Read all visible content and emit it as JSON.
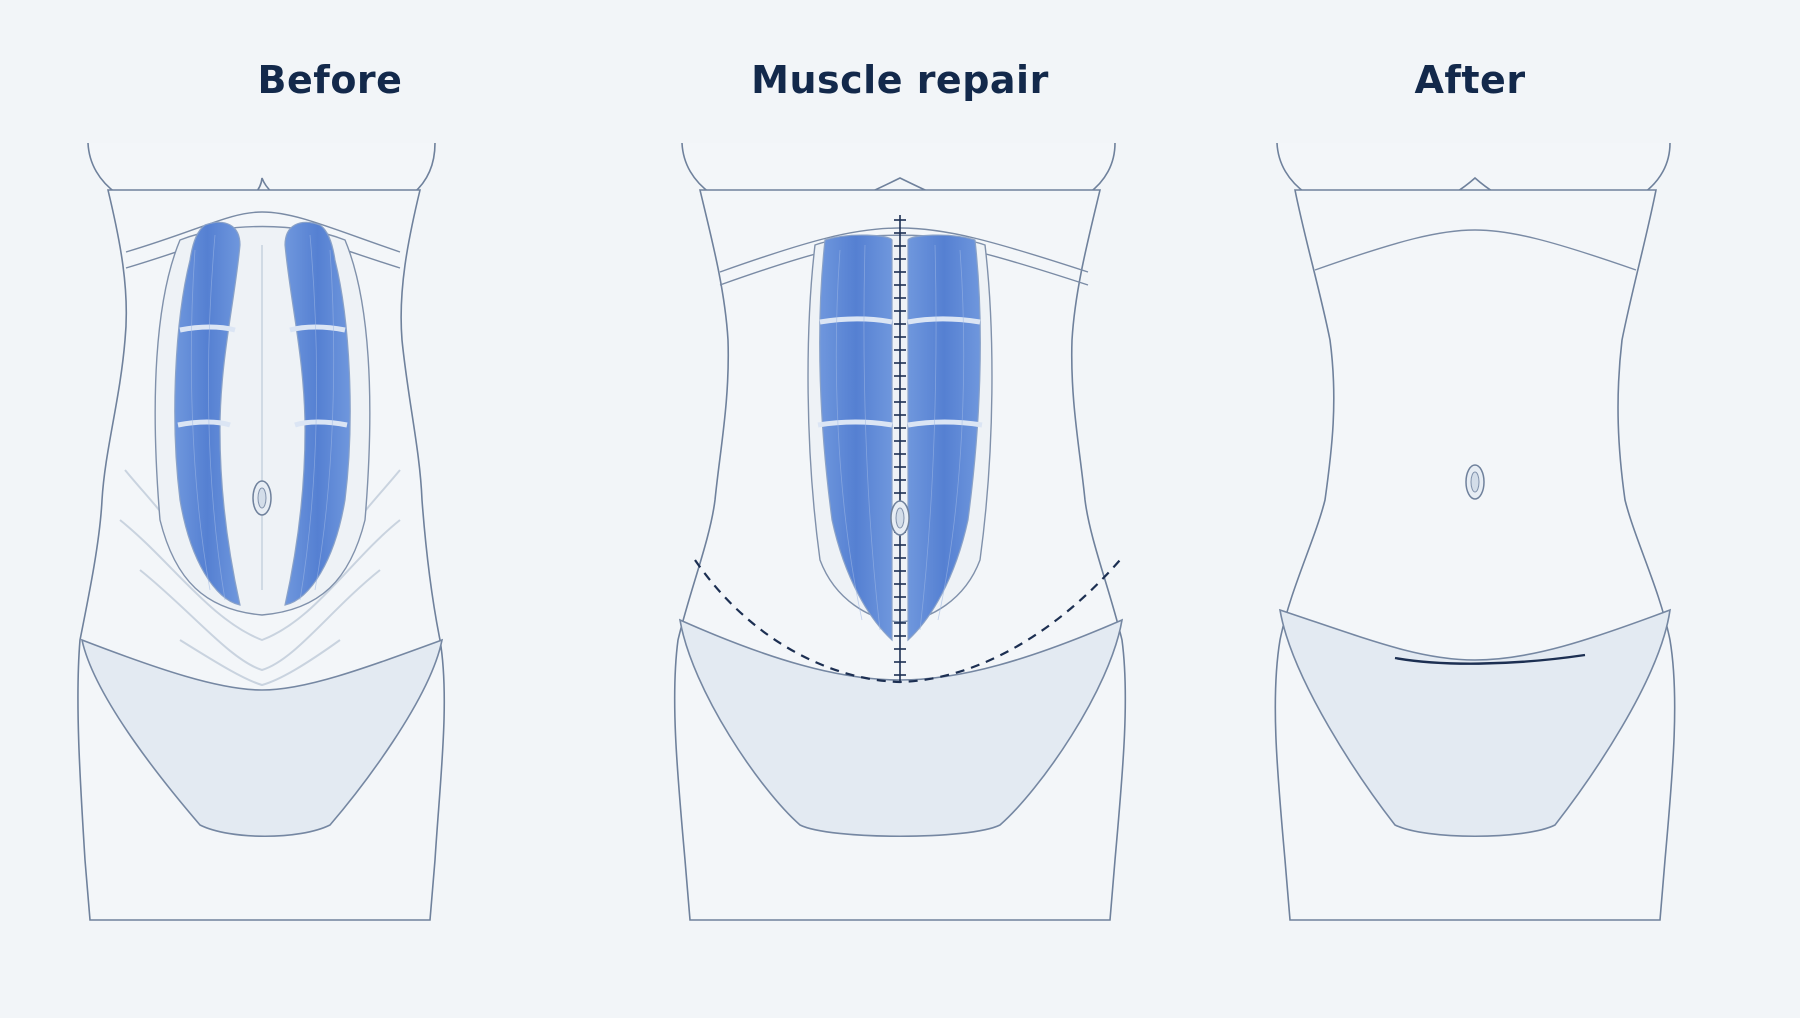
{
  "panels": [
    {
      "title": "Before"
    },
    {
      "title": "Muscle repair"
    },
    {
      "title": "After"
    }
  ],
  "colors": {
    "background": "#f2f5f8",
    "title": "#13294b",
    "muscle": "#5b87d6",
    "outline": "#6f819c",
    "incision": "#1c2f52"
  }
}
